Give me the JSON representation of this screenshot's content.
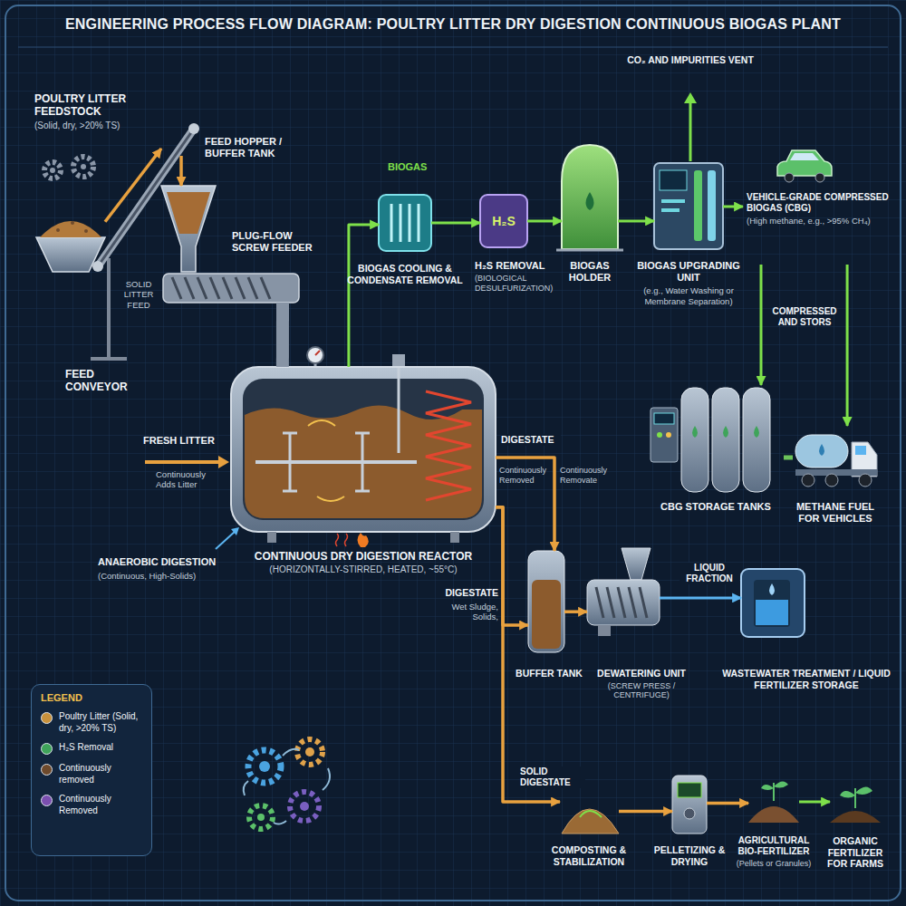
{
  "diagram": {
    "title": "ENGINEERING PROCESS FLOW DIAGRAM: POULTRY LITTER DRY DIGESTION CONTINUOUS BIOGAS PLANT",
    "nodes": [
      {
        "text": [
          "POULTRY LITTER FEEDSTOCK",
          "(Solid, dry, >20% TS)"
        ]
      },
      {
        "text": [
          "FEED CONVEYOR"
        ]
      },
      {
        "text": [
          "FEED HOPPER / BUFFER TANK"
        ]
      },
      {
        "text": [
          "PLUG-FLOW SCREW FEEDER"
        ]
      },
      {
        "text": [
          "BIOGAS COOLING & CONDENSATE REMOVAL"
        ]
      },
      {
        "text": [
          "H₂S REMOVAL",
          "(BIOLOGICAL DESULFURIZATION)"
        ]
      },
      {
        "text": [
          "BIOGAS HOLDER"
        ]
      },
      {
        "text": [
          "BIOGAS UPGRADING UNIT",
          "(e.g., Water Washing or Membrane Separation)"
        ]
      },
      {
        "text": [
          "VEHICLE-GRADE COMPRESSED BIOGAS (CBG)",
          "(High methane, e.g., >95% CH₄)"
        ]
      },
      {
        "text": [
          "CBG STORAGE TANKS"
        ]
      },
      {
        "text": [
          "METHANE FUEL FOR VEHICLES"
        ]
      },
      {
        "text": [
          "CONTINUOUS DRY DIGESTION REACTOR",
          "(HORIZONTALLY-STIRRED, HEATED, ~55°C)"
        ]
      },
      {
        "text": [
          "BUFFER TANK"
        ]
      },
      {
        "text": [
          "DEWATERING UNIT",
          "(SCREW PRESS / CENTRIFUGE)"
        ]
      },
      {
        "text": [
          "WASTEWATER TREATMENT / LIQUID FERTILIZER STORAGE"
        ]
      },
      {
        "text": [
          "COMPOSTING & STABILIZATION"
        ]
      },
      {
        "text": [
          "PELLETIZING & DRYING"
        ]
      },
      {
        "text": [
          "AGRICULTURAL BIO-FERTILIZER",
          "(Pellets or Granules)"
        ]
      },
      {
        "text": [
          "ORGANIC FERTILIZER FOR FARMS"
        ]
      }
    ],
    "edges": [
      {
        "from": 0,
        "to": 1,
        "arrow": "to"
      },
      {
        "from": 1,
        "to": 2,
        "arrow": "to"
      },
      {
        "from": 3,
        "to": 11,
        "arrow": "none"
      },
      {
        "from": 11,
        "to": 4,
        "arrow": "to"
      },
      {
        "from": 4,
        "to": 5,
        "arrow": "to"
      },
      {
        "from": 5,
        "to": 6,
        "arrow": "to"
      },
      {
        "from": 6,
        "to": 7,
        "arrow": "to"
      },
      {
        "from": 7,
        "to": 8,
        "arrow": "to"
      },
      {
        "from": 8,
        "to": 9,
        "arrow": "to"
      },
      {
        "from": 8,
        "to": 10,
        "arrow": "to"
      },
      {
        "from": 9,
        "to": 10,
        "arrow": "none"
      },
      {
        "from": 11,
        "to": 12,
        "label": "DIGESTATE",
        "arrow": "to"
      },
      {
        "from": 11,
        "to": 12,
        "arrow": "to"
      },
      {
        "from": 12,
        "to": 13,
        "arrow": "to"
      },
      {
        "from": 13,
        "to": 14,
        "label": "LIQUID FRACTION",
        "arrow": "to"
      },
      {
        "from": 11,
        "to": 15,
        "label": "SOLID DIGESTATE",
        "arrow": "to"
      },
      {
        "from": 15,
        "to": 16,
        "arrow": "to"
      },
      {
        "from": 16,
        "to": 17,
        "arrow": "to"
      },
      {
        "from": 17,
        "to": 18,
        "arrow": "to"
      }
    ],
    "labels": [
      "BIOGAS",
      "H₂S",
      "CO₂ AND IMPURITIES VENT",
      "SOLID LITTER FEED",
      "COMPRESSED AND STORS",
      "FRESH LITTER",
      "Continuously Adds Litter",
      "ANAEROBIC DIGESTION",
      "(Continuous, High-Solids)",
      "Continuously Removed",
      "Continuously Removate",
      "DIGESTATE",
      "Wet Sludge, Solids,",
      "LEGEND"
    ],
    "legend": [
      {
        "text": "Poultry Litter (Solid, dry, >20% TS)",
        "color": "#c8913c"
      },
      {
        "text": "H₂S Removal",
        "color": "#3fa45a"
      },
      {
        "text": "Continuously removed",
        "color": "#6e4a2c"
      },
      {
        "text": "Continuously Removed",
        "color": "#7b4fb0"
      }
    ]
  }
}
